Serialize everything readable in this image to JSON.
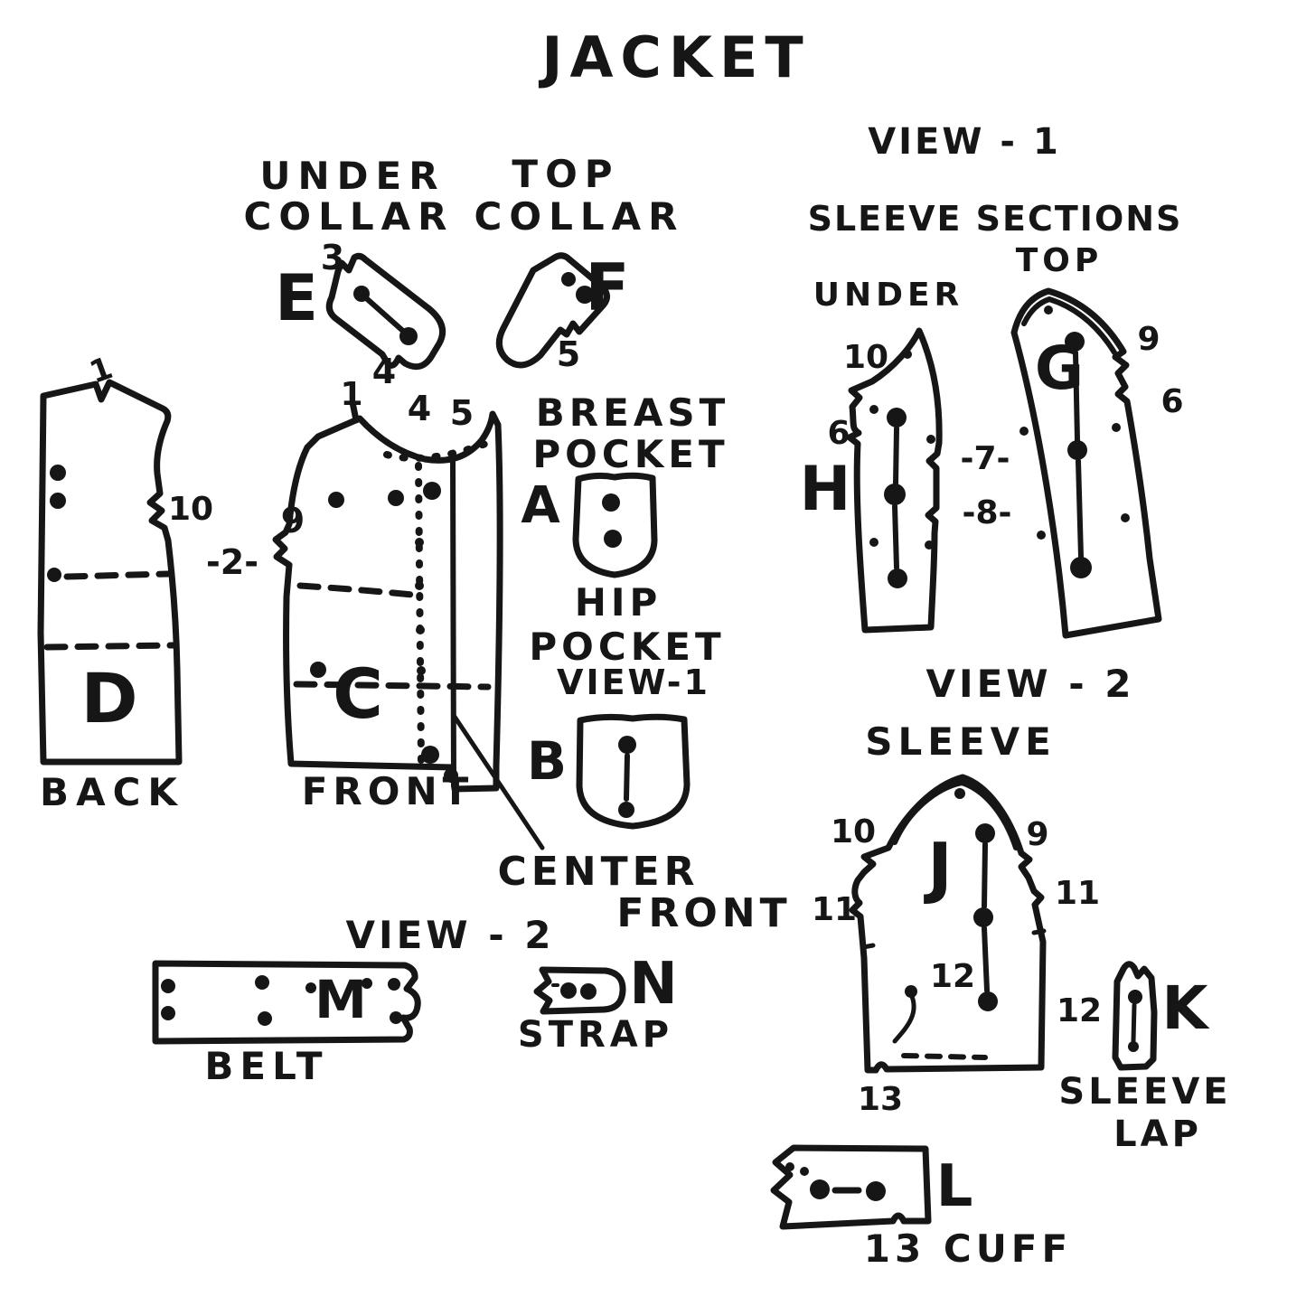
{
  "title": "JACKET",
  "headings": {
    "view1": "VIEW - 1",
    "sleeve_sections": "SLEEVE SECTIONS",
    "sleeve_top": "TOP",
    "sleeve_under": "UNDER",
    "view2_sleeve": "VIEW - 2",
    "view2_belt": "VIEW - 2"
  },
  "pieces": {
    "under_collar": {
      "letter": "E",
      "name_line1": "UNDER",
      "name_line2": "COLLAR",
      "notch_top": "3",
      "notch_bottom": "4"
    },
    "top_collar": {
      "letter": "F",
      "name_line1": "TOP",
      "name_line2": "COLLAR",
      "notch": "5"
    },
    "back": {
      "letter": "D",
      "name": "BACK",
      "notch_top": "1",
      "notch_armhole": "10"
    },
    "back_front_seam": "-2-",
    "front": {
      "letter": "C",
      "name": "FRONT",
      "notch_top": "1",
      "notch_4": "4",
      "notch_5": "5",
      "notch_9": "9",
      "center_front_line1": "CENTER",
      "center_front_line2": "FRONT"
    },
    "breast_pocket": {
      "letter": "A",
      "name_line1": "BREAST",
      "name_line2": "POCKET"
    },
    "hip_pocket": {
      "letter": "B",
      "name_line1": "HIP",
      "name_line2": "POCKET",
      "name_line3": "VIEW-1"
    },
    "under_sleeve": {
      "letter": "H",
      "notch_10": "10",
      "notch_6": "6"
    },
    "top_sleeve": {
      "letter": "G",
      "notch_9": "9",
      "notch_6": "6"
    },
    "sleeve_seam_7": "-7-",
    "sleeve_seam_8": "-8-",
    "sleeve": {
      "letter": "J",
      "name": "SLEEVE",
      "notch_10": "10",
      "notch_9": "9",
      "notch_11_left": "11",
      "notch_11_right": "11",
      "notch_12": "12",
      "notch_13": "13"
    },
    "sleeve_lap": {
      "letter": "K",
      "name_line1": "SLEEVE",
      "name_line2": "LAP",
      "notch_12": "12"
    },
    "cuff": {
      "letter": "L",
      "name": "13 CUFF"
    },
    "belt": {
      "letter": "M",
      "name": "BELT"
    },
    "strap": {
      "letter": "N",
      "name": "STRAP"
    }
  },
  "colors": {
    "ink": "#161616",
    "paper": "#ffffff"
  }
}
